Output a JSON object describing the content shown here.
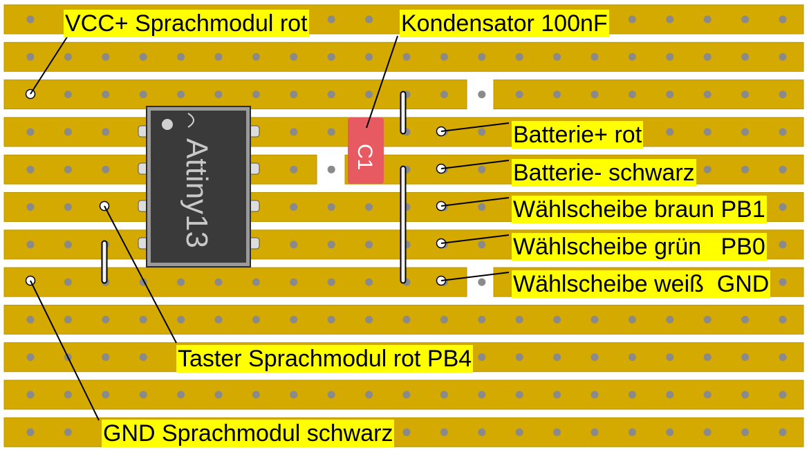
{
  "colors": {
    "board": "#ffffff",
    "strip": "#d4aa00",
    "strip_border": "#b99500",
    "hole": "#8a8a8a",
    "label_bg": "#ffff00",
    "chip": "#3a3a3a",
    "capacitor": "#e85a62"
  },
  "chip": {
    "name": "Attiny13"
  },
  "capacitor": {
    "name": "C1"
  },
  "labels": {
    "vcc": "VCC+ Sprachmodul rot",
    "kondensator": "Kondensator 100nF",
    "batt_plus": "Batterie+ rot",
    "batt_minus": "Batterie- schwarz",
    "pb1": "Wählscheibe braun PB1",
    "pb0": "Wählscheibe grün   PB0",
    "gnd_weiss": "Wählscheibe weiß  GND",
    "taster": "Taster Sprachmodul rot PB4",
    "gnd_sprach": "GND Sprachmodul schwarz"
  }
}
